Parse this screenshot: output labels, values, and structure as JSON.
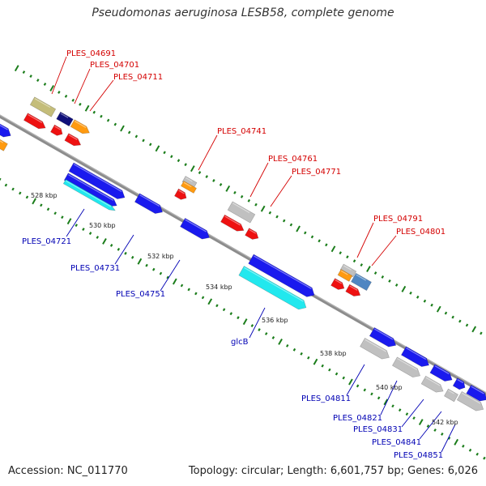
{
  "title": "Pseudomonas aeruginosa LESB58, complete genome",
  "accession": "Accession: NC_011770",
  "summary": "Topology: circular; Length: 6,601,757 bp; Genes: 6,026",
  "kbp_labels": [
    "528 kbp",
    "530 kbp",
    "532 kbp",
    "534 kbp",
    "536 kbp",
    "538 kbp",
    "540 kbp",
    "542 kbp"
  ],
  "top_gene_labels": [
    "PLES_04691",
    "PLES_04701",
    "PLES_04711",
    "PLES_04741",
    "PLES_04761",
    "PLES_04771",
    "PLES_04791",
    "PLES_04801"
  ],
  "bottom_gene_labels": [
    "PLES_04721",
    "PLES_04731",
    "PLES_04751",
    "glcB",
    "PLES_04811",
    "PLES_04821",
    "PLES_04831",
    "PLES_04841",
    "PLES_04851"
  ],
  "colors": {
    "backbone": "#8c8c8c",
    "red": "#ee1111",
    "blue": "#1a1aee",
    "cyan": "#22e8ee",
    "gray": "#c0c0c0",
    "orange": "#ff9a10",
    "olive": "#c4bd7a",
    "navy": "#10107a",
    "steelblue": "#4f86c2",
    "tick": "#1b7d1b",
    "top_label": "#d40000",
    "bottom_label": "#0000b4"
  }
}
